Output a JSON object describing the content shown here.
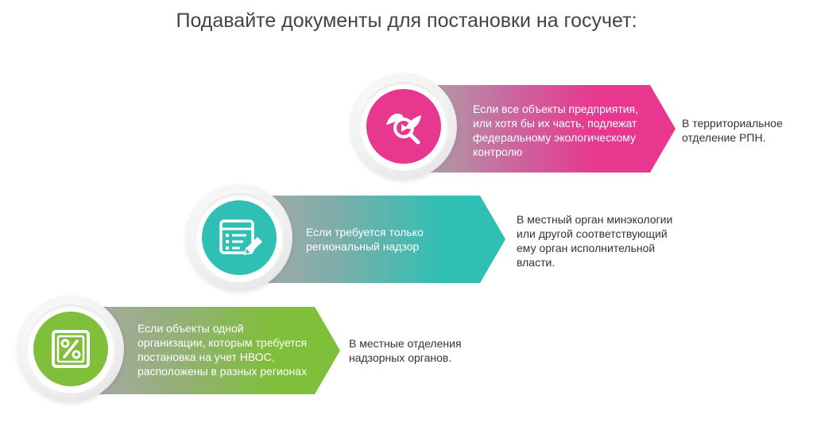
{
  "title": "Подавайте документы для постановки на госучет:",
  "steps": [
    {
      "condition": [
        "Если все объекты предприятия,",
        "или хотя бы их часть, подлежат",
        "федеральному экологическому",
        "контролю"
      ],
      "destination": [
        "В территориальное",
        "отделение РПН."
      ],
      "icon": "leaf-magnifier-icon",
      "color": "#e8378f"
    },
    {
      "condition": [
        "Если требуется только",
        "региональный надзор"
      ],
      "destination": [
        "В местный орган минэкологии",
        "или другой соответствующий",
        "ему орган исполнительной",
        "власти."
      ],
      "icon": "document-edit-icon",
      "color": "#2fbfb4"
    },
    {
      "condition": [
        "Если объекты одной",
        "организации, которым требуется",
        "постановка на учет НВОС,",
        "расположены в разных регионах"
      ],
      "destination": [
        "В местные отделения",
        "надзорных органов."
      ],
      "icon": "percent-document-icon",
      "color": "#7fbf3a"
    }
  ]
}
